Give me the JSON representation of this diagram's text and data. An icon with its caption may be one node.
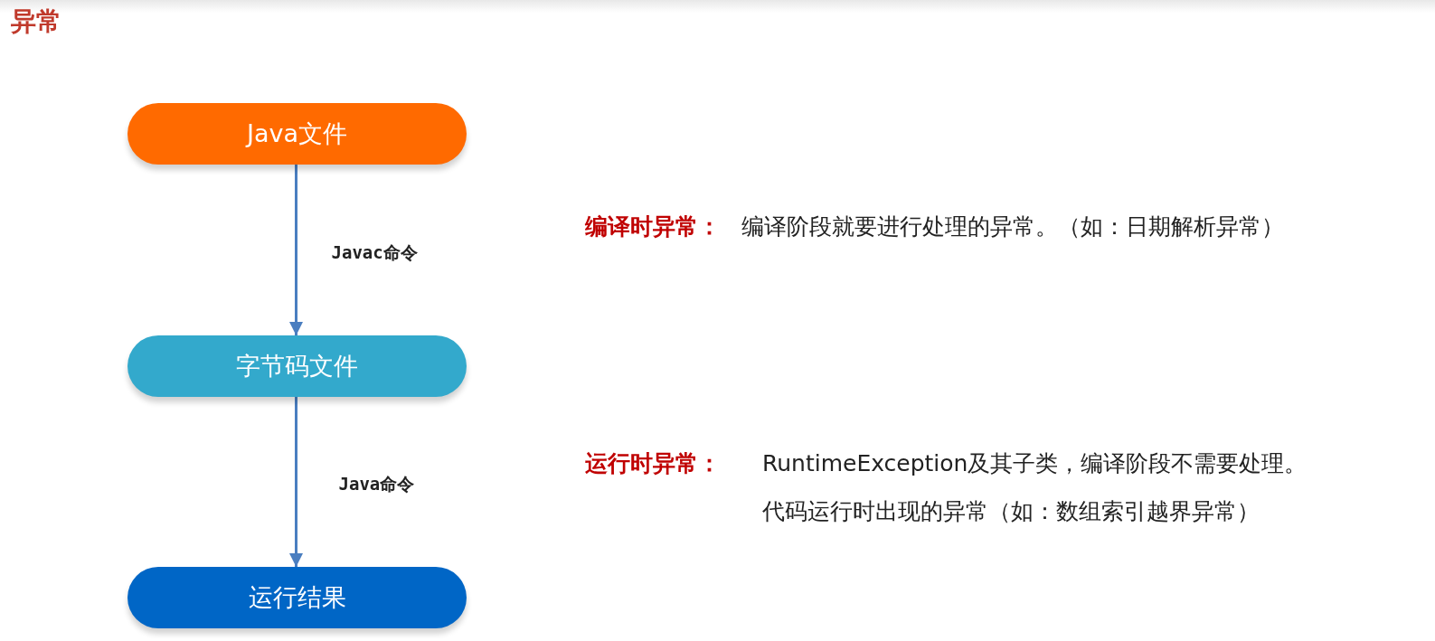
{
  "diagram": {
    "title": "异常",
    "nodes": [
      {
        "text": [
          "Java文件"
        ]
      },
      {
        "text": [
          "字节码文件"
        ]
      },
      {
        "text": [
          "运行结果"
        ]
      }
    ],
    "edges": [
      {
        "from": 0,
        "to": 1,
        "arrow": "to",
        "label": "Javac命令"
      },
      {
        "from": 1,
        "to": 2,
        "arrow": "to",
        "label": "Java命令"
      }
    ],
    "labels": [
      "编译时异常：",
      "编译阶段就要进行处理的异常。（如：日期解析异常）",
      "运行时异常：",
      "RuntimeException及其子类，编译阶段不需要处理。",
      "代码运行时出现的异常（如：数组索引越界异常）"
    ]
  }
}
